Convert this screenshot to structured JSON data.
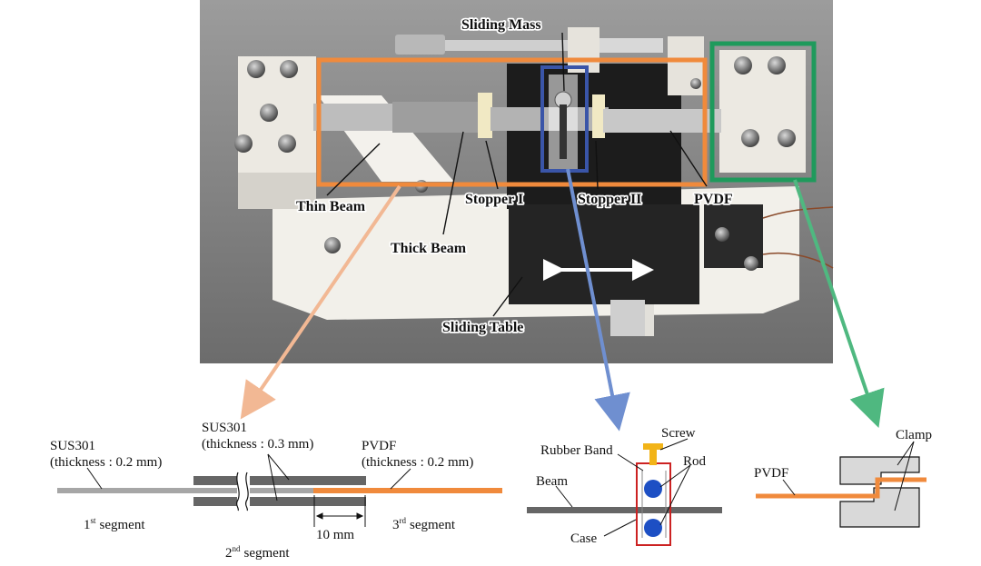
{
  "photo": {
    "labels": {
      "sliding_mass": "Sliding Mass",
      "thin_beam": "Thin Beam",
      "thick_beam": "Thick Beam",
      "stopper_1": "Stopper I",
      "stopper_2": "Stopper II",
      "pvdf": "PVDF",
      "sliding_table": "Sliding Table"
    }
  },
  "beam_diagram": {
    "seg1_material": "SUS301",
    "seg1_thickness": "(thickness : 0.2 mm)",
    "seg2_material": "SUS301",
    "seg2_thickness": "(thickness : 0.3 mm)",
    "seg3_material": "PVDF",
    "seg3_thickness": "(thickness : 0.2 mm)",
    "seg1_num": "1",
    "seg2_num": "2",
    "seg3_num": "3",
    "sup_st": "st",
    "sup_nd": "nd",
    "sup_rd": "rd",
    "segment_word": "segment",
    "dimension": "10 mm"
  },
  "mass_diagram": {
    "screw": "Screw",
    "rubber_band": "Rubber Band",
    "rod": "Rod",
    "beam": "Beam",
    "case": "Case"
  },
  "clamp_diagram": {
    "clamp": "Clamp",
    "pvdf": "PVDF"
  },
  "colors": {
    "orange_box": "#f08a3c",
    "blue_box": "#3a55a8",
    "green_box": "#1f9a5c",
    "orange_arrow": "#f2b894",
    "blue_arrow": "#6f8fd0",
    "green_arrow": "#4fb880",
    "pvdf_strip": "#f08a3c",
    "steel_dark": "#666666",
    "steel_light": "#a6a6a6",
    "rod_blue": "#1d4fc4",
    "case_red": "#cc2222",
    "screw_yellow": "#f2b418"
  }
}
